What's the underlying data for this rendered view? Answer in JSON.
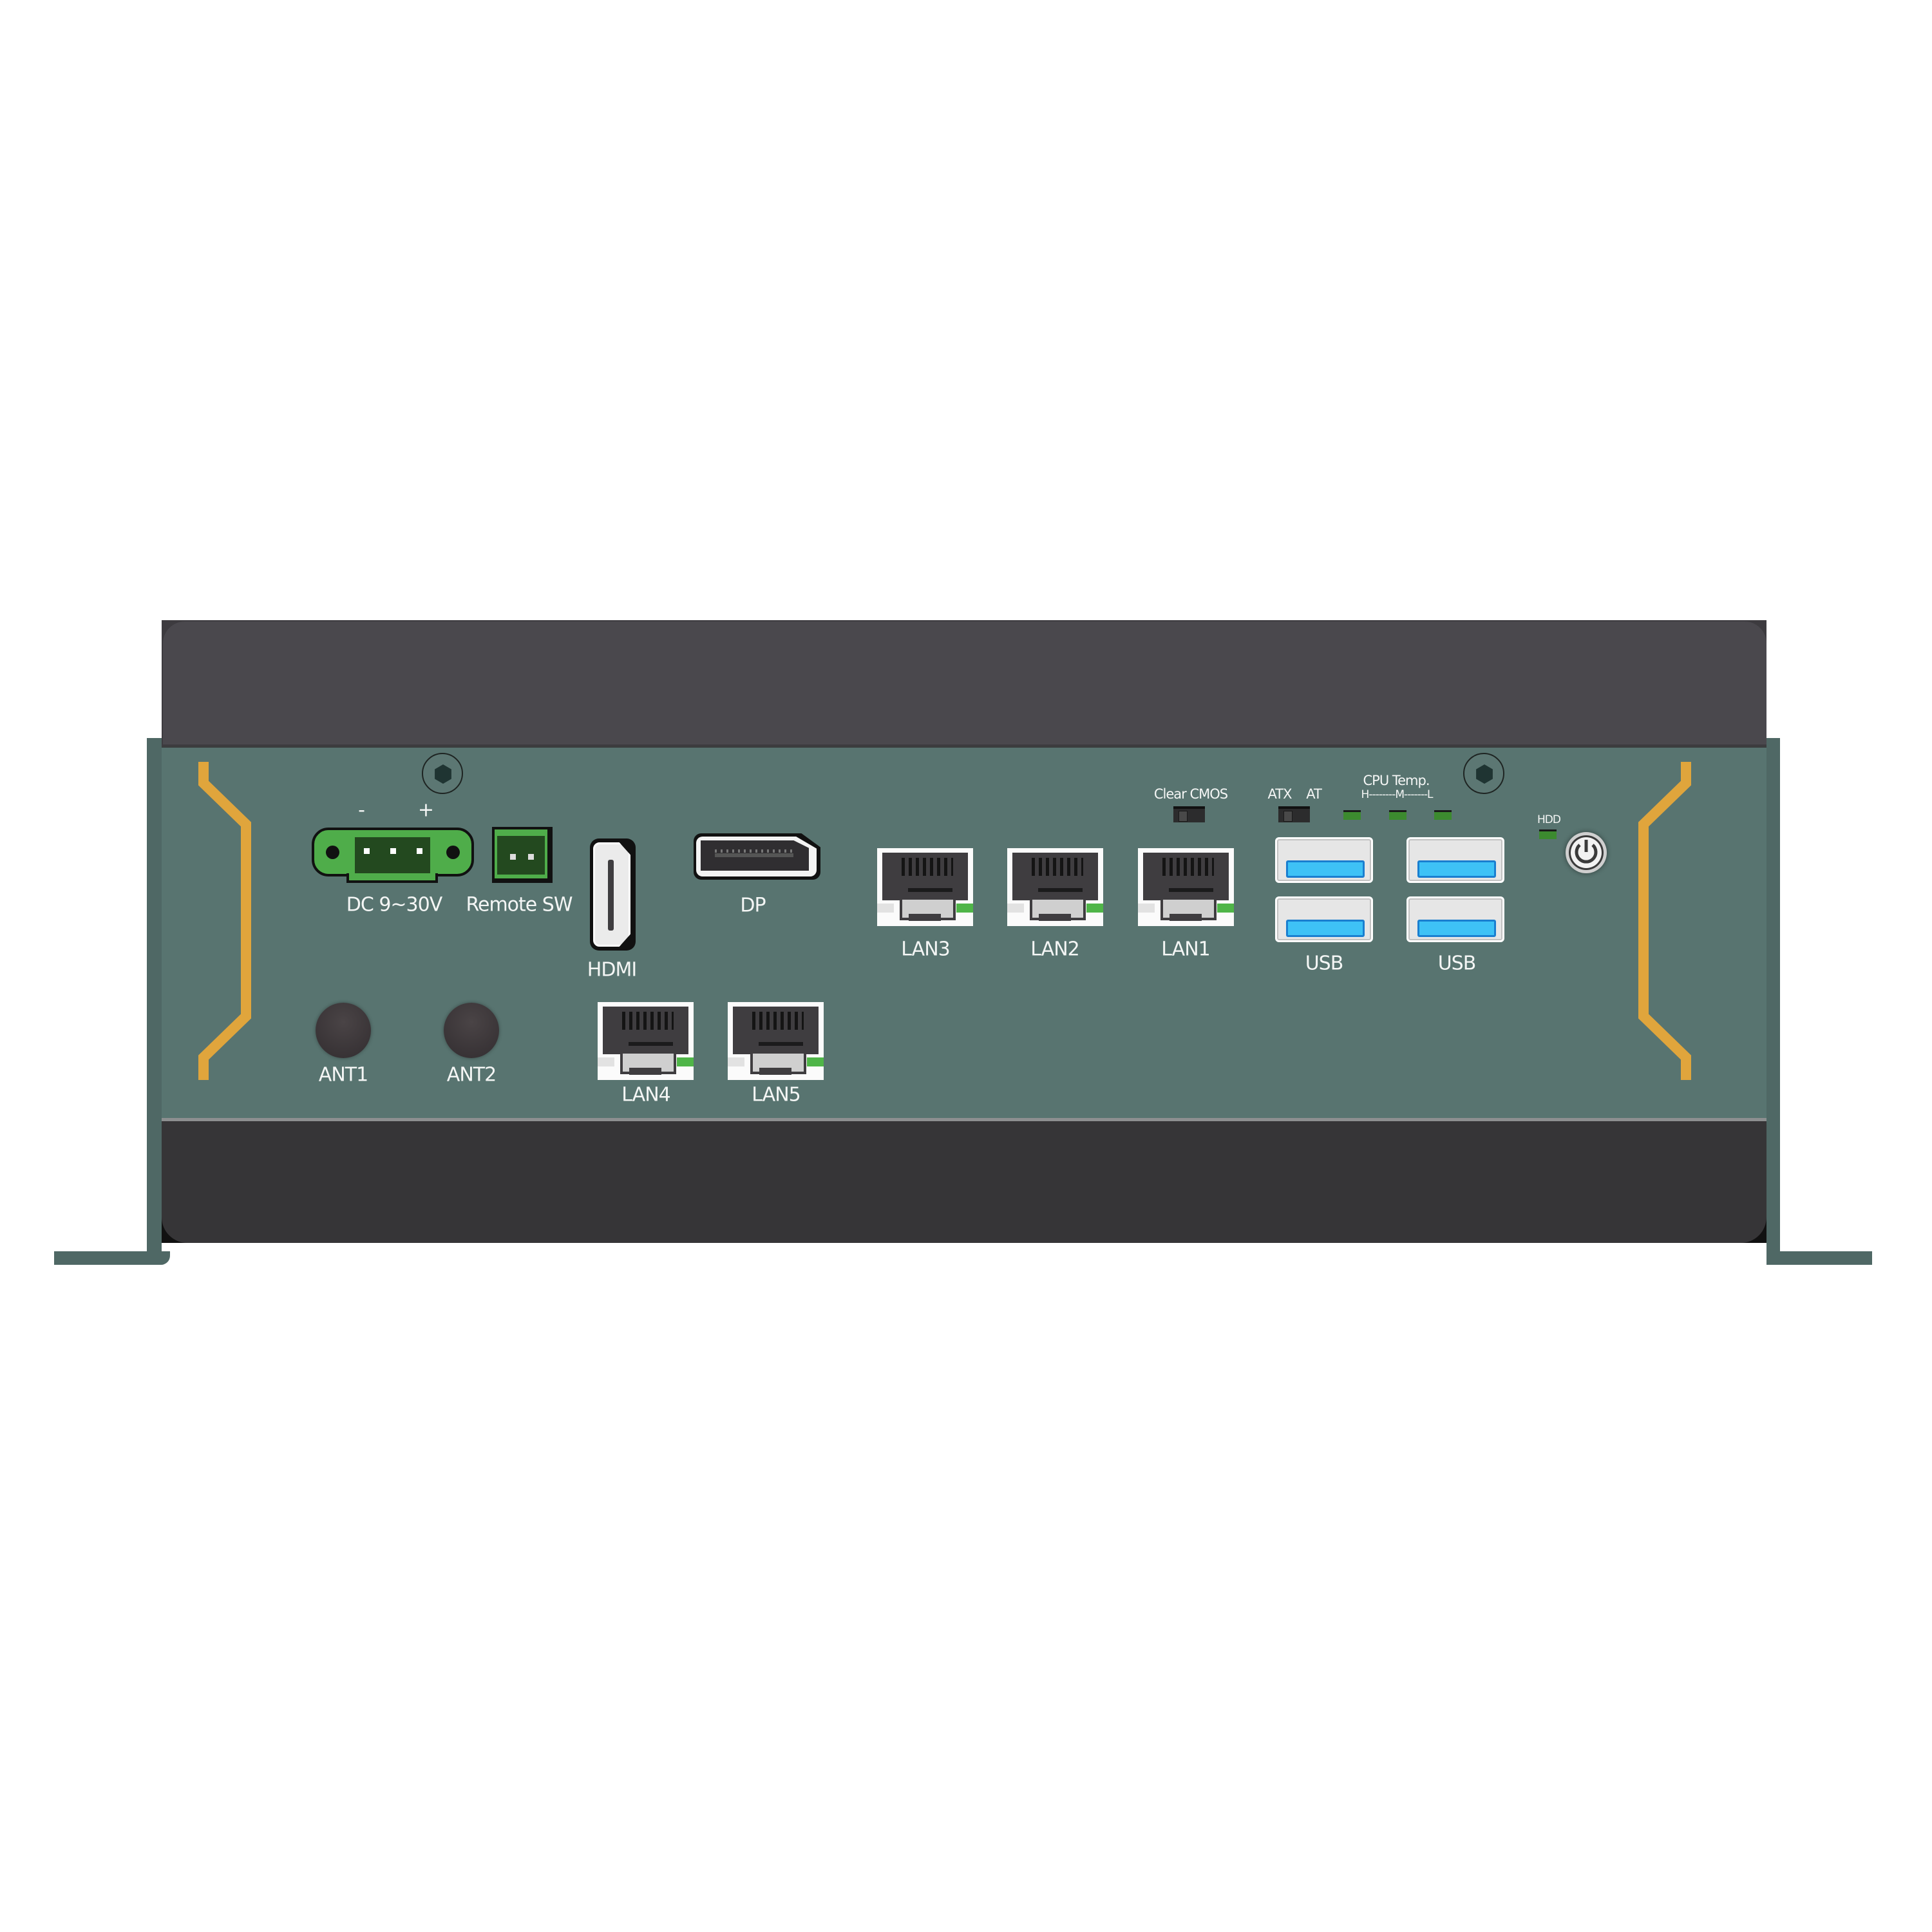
{
  "device": {
    "name": "industrial-box-pc-rear-io-panel",
    "colors": {
      "panel": "#587470",
      "case_top": "#4a484d",
      "case_bottom": "#363537",
      "accent_bracket": "#e0a53c",
      "terminal_green": "#4fb548",
      "usb_blue": "#3ec2f6",
      "led_green": "#3c8a2f"
    }
  },
  "power_input": {
    "label": "DC 9~30V",
    "polarity_minus": "-",
    "polarity_plus": "+"
  },
  "remote_switch": {
    "label": "Remote SW"
  },
  "video": {
    "hdmi_label": "HDMI",
    "dp_label": "DP"
  },
  "lan_ports": [
    {
      "label": "LAN3"
    },
    {
      "label": "LAN2"
    },
    {
      "label": "LAN1"
    },
    {
      "label": "LAN4"
    },
    {
      "label": "LAN5"
    }
  ],
  "usb_groups": [
    {
      "label": "USB"
    },
    {
      "label": "USB"
    }
  ],
  "antennas": [
    {
      "label": "ANT1"
    },
    {
      "label": "ANT2"
    }
  ],
  "switches": {
    "clear_cmos_label": "Clear CMOS",
    "atx_label": "ATX",
    "at_label": "AT"
  },
  "cpu_temp": {
    "title": "CPU Temp.",
    "scale": "H--------M-------L"
  },
  "hdd": {
    "label": "HDD"
  },
  "power_button": {
    "icon": "power-icon"
  }
}
